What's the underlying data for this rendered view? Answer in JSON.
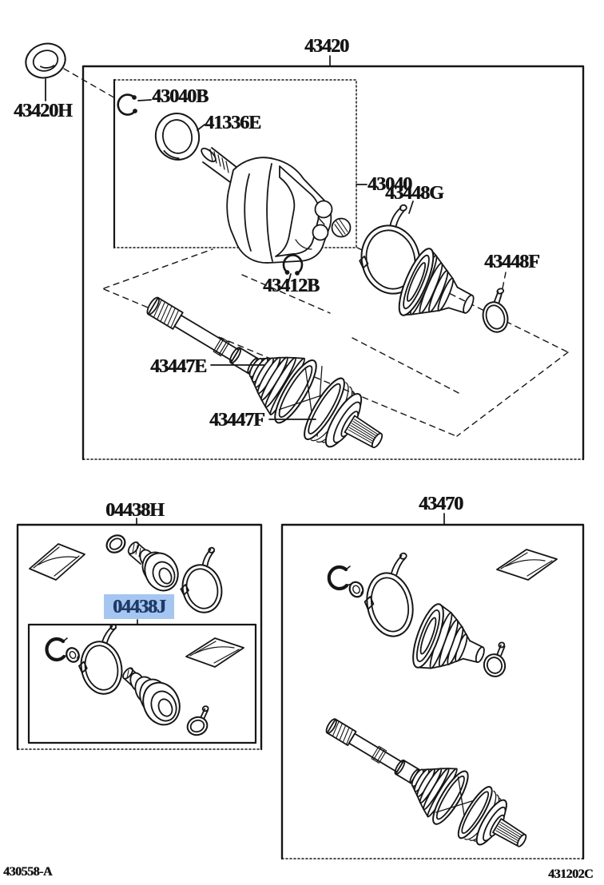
{
  "sheet": {
    "code_left": "430558-A",
    "code_right": "431202C",
    "line_color": "#161616",
    "background": "#ffffff"
  },
  "highlight": {
    "label": "04438J",
    "background": "#A5C6F1",
    "text_color": "#1E3A66"
  },
  "labels": {
    "front_drive_shaft_assembly": "43420",
    "oil_seal": "43420H",
    "inboard_joint_snap_ring": "43040B",
    "center_ring": "41336E",
    "inboard_joint_assy": "43040",
    "inboard_boot_clamp_large": "43448G",
    "inboard_boot_clamp_small": "43448F",
    "shaft_snap_ring": "43412B",
    "shaft_damper": "43447E",
    "outboard_joint": "43447F",
    "boot_kit_header": "04438H",
    "boot_kit_selected": "04438J",
    "outboard_shaft_assembly": "43470"
  }
}
